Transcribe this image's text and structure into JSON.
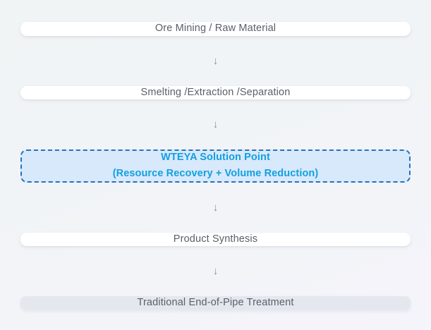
{
  "diagram": {
    "type": "vertical-flowchart",
    "background_color": "#f1f4f6",
    "arrow_glyph": "↓",
    "nodes": [
      {
        "id": "ore-mining",
        "label": "Ore Mining / Raw Material",
        "style": "plain",
        "fill_color": "#ffffff",
        "text_color": "#5a6067"
      },
      {
        "id": "smelting",
        "label": "Smelting /Extraction /Separation",
        "style": "plain",
        "fill_color": "#ffffff",
        "text_color": "#5a6067"
      },
      {
        "id": "wteya-solution-point",
        "label_line_1": "WTEYA Solution Point",
        "label_line_2": "(Resource Recovery + Volume Reduction)",
        "style": "highlight",
        "fill_color": "#d8e9fb",
        "border_color": "#2472c0",
        "border_style": "dashed",
        "text_color": "#12a0e0"
      },
      {
        "id": "product-synthesis",
        "label": "Product Synthesis",
        "style": "plain",
        "fill_color": "#ffffff",
        "text_color": "#5a6067"
      },
      {
        "id": "traditional-treatment",
        "label": "Traditional End-of-Pipe Treatment",
        "style": "muted",
        "fill_color": "#e4e7ee",
        "text_color": "#5a6067"
      }
    ]
  }
}
